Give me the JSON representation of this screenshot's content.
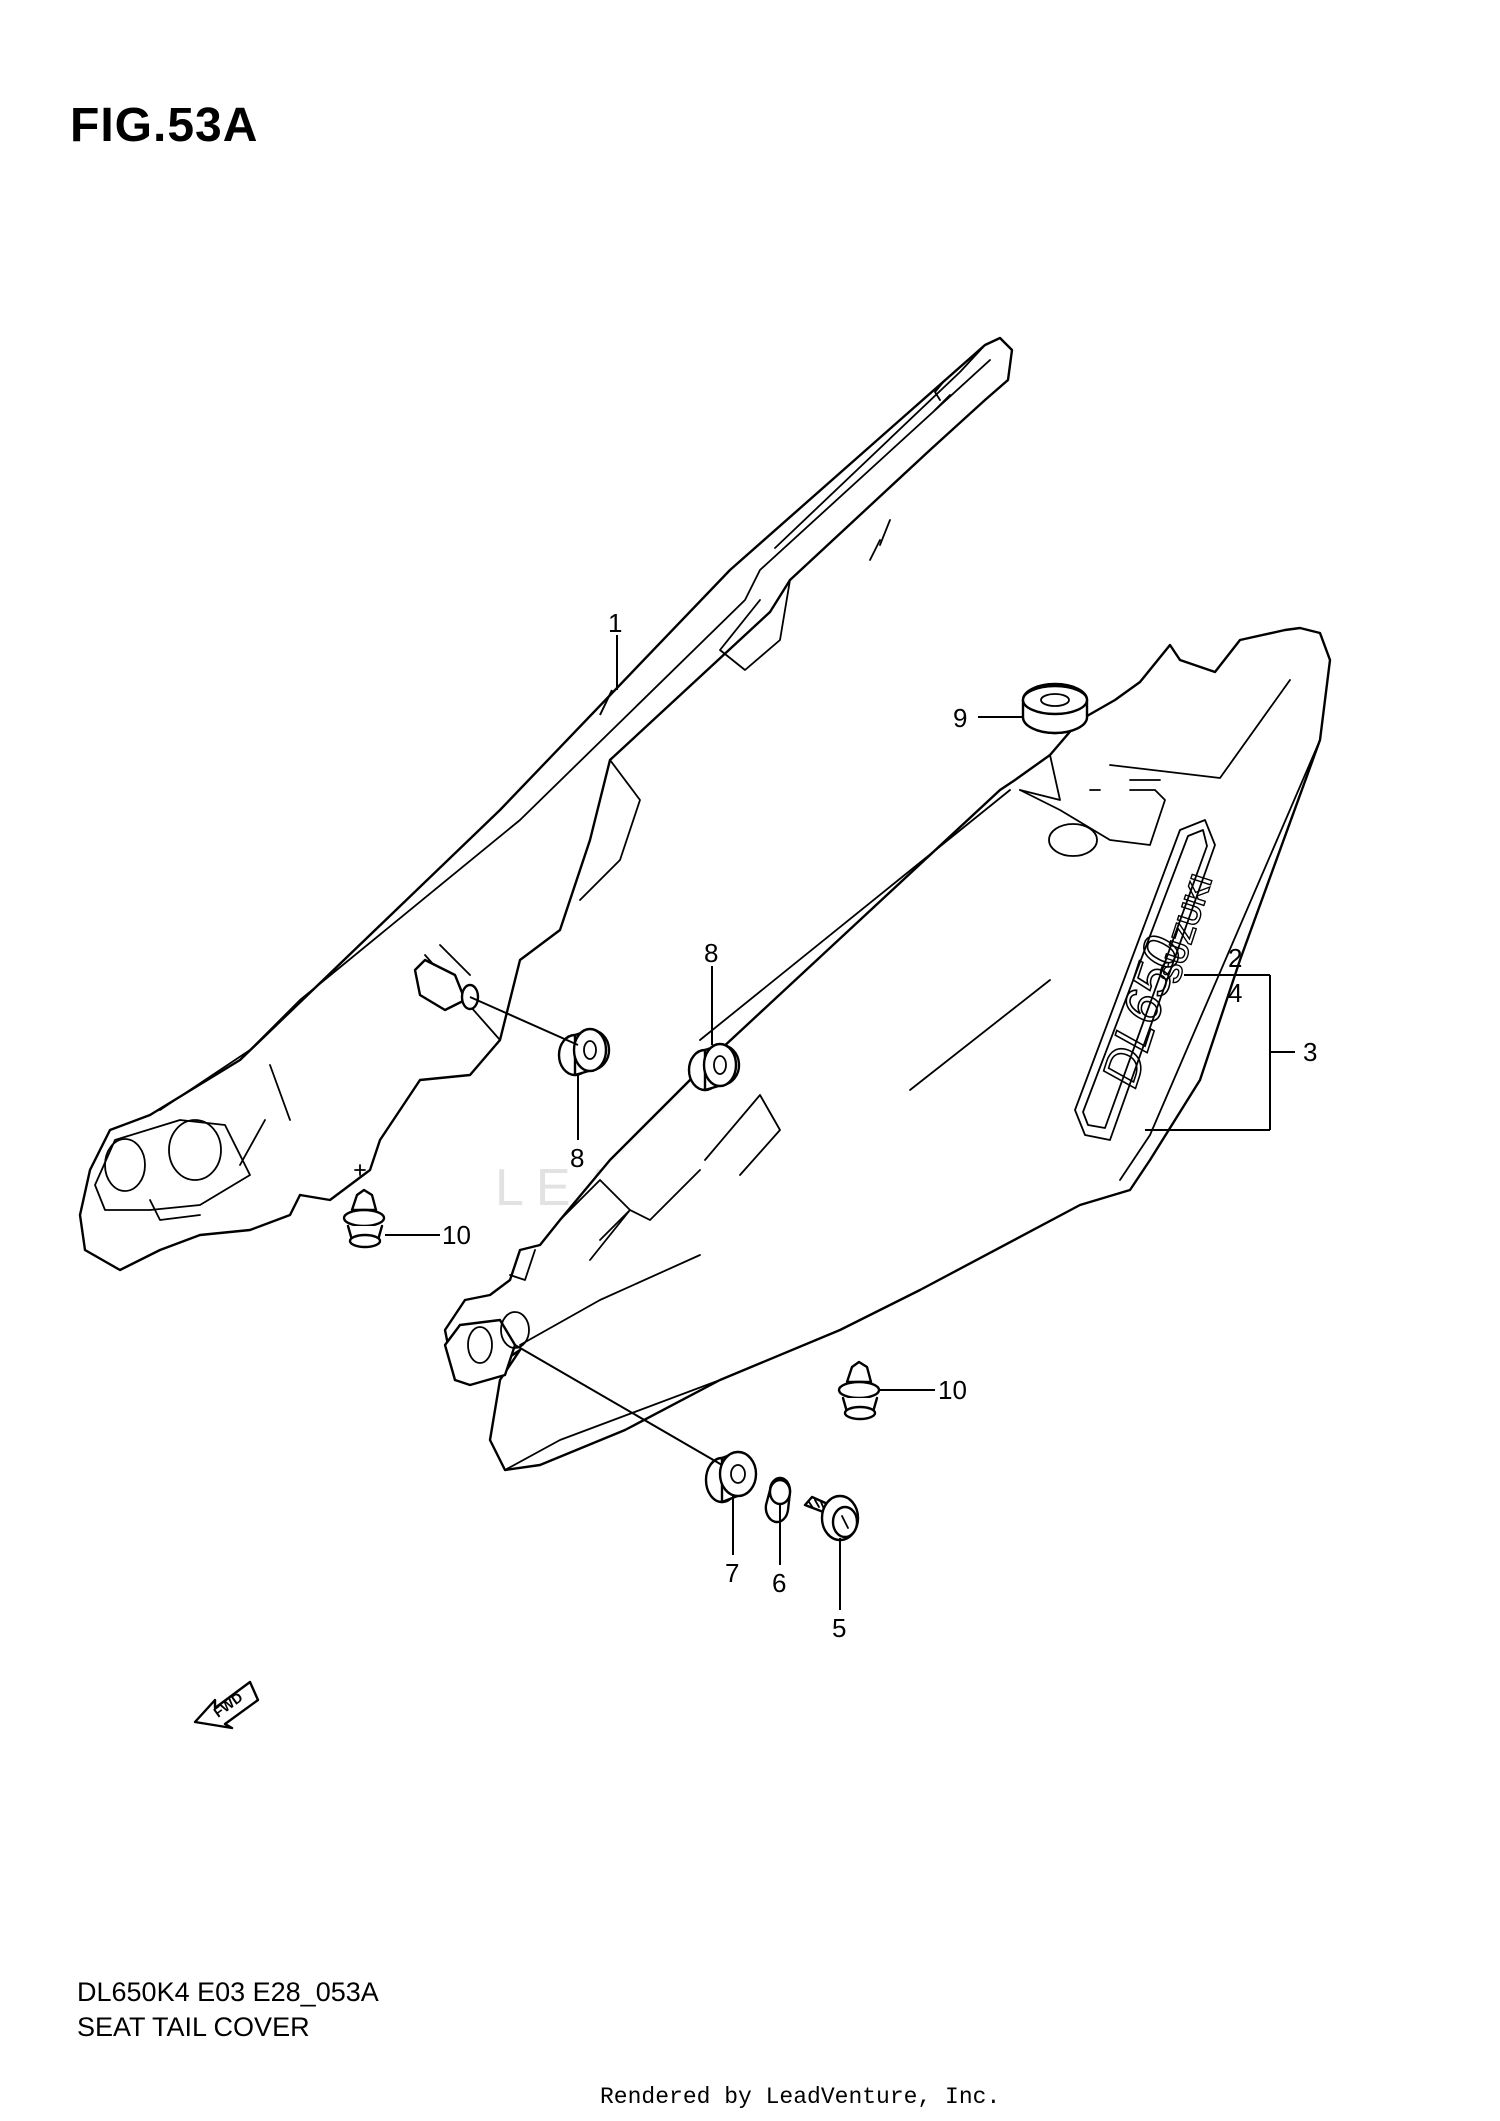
{
  "figure_title": "FIG.53A",
  "watermark": "LEADVENTURE",
  "parts": [
    {
      "ref": "1"
    },
    {
      "ref": "2"
    },
    {
      "ref": "4"
    },
    {
      "ref": "3"
    },
    {
      "ref": "5"
    },
    {
      "ref": "6"
    },
    {
      "ref": "7"
    },
    {
      "ref": "8"
    },
    {
      "ref": "8"
    },
    {
      "ref": "9"
    },
    {
      "ref": "10"
    },
    {
      "ref": "10"
    }
  ],
  "fwd_label": "FWD",
  "decal_brand": "SUZUKI",
  "decal_model": "DL650",
  "footer": {
    "code": "DL650K4 E03 E28_053A",
    "name": "SEAT TAIL COVER",
    "rendered_by": "Rendered by LeadVenture, Inc."
  }
}
